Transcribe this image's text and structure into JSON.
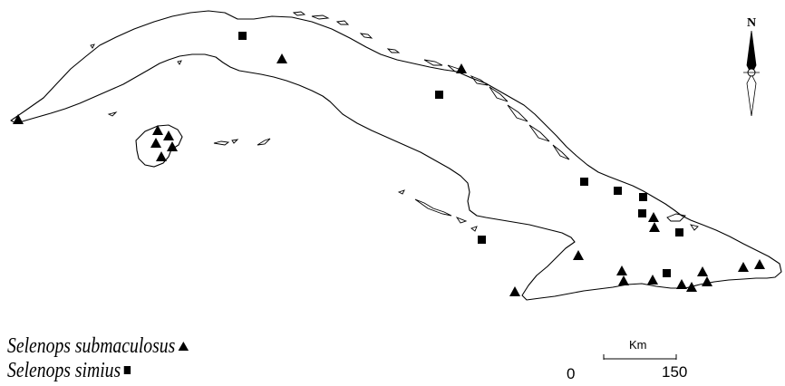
{
  "legend": {
    "species_1": "Selenops submaculosus",
    "species_1_symbol": "triangle",
    "species_2": "Selenops simius",
    "species_2_symbol": "square"
  },
  "compass": {
    "label": "N"
  },
  "scale_bar": {
    "unit": "Km",
    "start": "0",
    "end": "150"
  },
  "colors": {
    "ink": "#000000",
    "paper": "#ffffff"
  }
}
